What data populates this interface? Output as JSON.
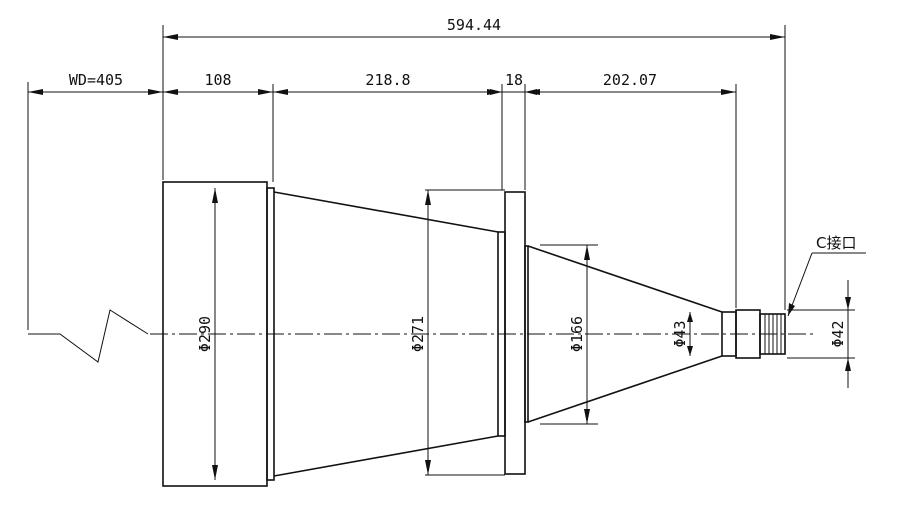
{
  "dimensions": {
    "overall_length": "594.44",
    "working_distance": "WD=405",
    "segment_1": "108",
    "segment_2": "218.8",
    "flange_thickness": "18",
    "segment_4": "202.07"
  },
  "diameters": {
    "front_barrel": "Φ290",
    "cone_large": "Φ271",
    "cone_small": "Φ166",
    "neck": "Φ43",
    "mount": "Φ42"
  },
  "labels": {
    "mount_type": "C接口"
  }
}
